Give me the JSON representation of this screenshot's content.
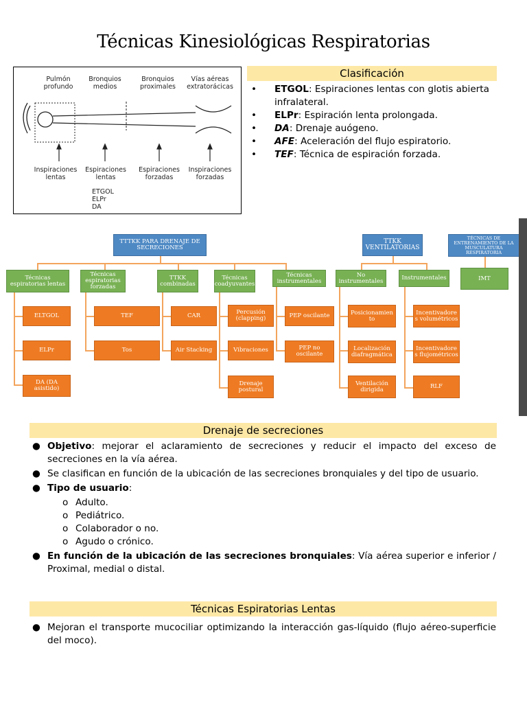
{
  "title": "Técnicas Kinesiológicas Respiratorias",
  "figure": {
    "top_labels": [
      "Pulmón profundo",
      "Bronquios medios",
      "Bronquios proximales",
      "Vías aéreas extratorácicas"
    ],
    "bottom_labels": [
      "Inspiraciones lentas",
      "Espiraciones lentas",
      "Espiraciones forzadas",
      "Inspiraciones forzadas"
    ],
    "sub_list": "ETGOL\nELPr\nDA"
  },
  "clasificacion": {
    "heading": "Clasificación",
    "items": [
      {
        "abbr": "ETGOL",
        "sep": ":",
        "text": " Espiraciones lentas con glotis abierta infralateral."
      },
      {
        "abbr": "ELPr",
        "sep": ":",
        "text": " Espiración lenta prolongada."
      },
      {
        "abbr": "DA",
        "sep": ":",
        "text": " Drenaje auógeno."
      },
      {
        "abbr": "AFE",
        "sep": ":",
        "text": " Aceleración del flujo espiratorio."
      },
      {
        "abbr": "TEF",
        "sep": ":",
        "text": " Técnica de espiración forzada."
      }
    ]
  },
  "chart": {
    "top_nodes": [
      "TTTKK PARA DRENAJE DE SECRECIONES",
      "TTKK VENTILATORIAS",
      "TÉCNICAS DE ENTRENAMIENTO DE LA MUSCULATURA RESPIRATORIA"
    ],
    "groups": [
      "Técnicas espiratorias lentas",
      "Técnicas espiratorias forzadas",
      "TTKK combinadas",
      "Técnicas coadyuvantes",
      "Técnicas instrumentales",
      "No instrumentales",
      "Instrumentales",
      "IMT"
    ],
    "leaves": {
      "lentas": [
        "ELTGOL",
        "ELPr",
        "DA (DA asistido)"
      ],
      "forzadas": [
        "TEF",
        "Tos"
      ],
      "combinadas": [
        "CAR",
        "Air Stacking"
      ],
      "coadyuvantes": [
        "Percusión (clapping)",
        "Vibraciones",
        "Drenaje postural"
      ],
      "instrumentales": [
        "PEP oscilante",
        "PEP no oscilante"
      ],
      "no_instrumentales": [
        "Posicionamiento",
        "Localización diafragmática",
        "Ventilación dirigida"
      ],
      "vent_instrumentales": [
        "Incentivadores volumétricos",
        "Incentivadores flujométricos",
        "RLF"
      ]
    },
    "leaf_text": {
      "posicionamiento_1": "Posicionamien",
      "posicionamiento_2": "to",
      "incentivadores_vol_1": "Incentivadore",
      "incentivadores_vol_2": "s volumétricos",
      "incentivadores_flu_1": "Incentivadore",
      "incentivadores_flu_2": "s flujométricos"
    }
  },
  "drenaje": {
    "heading": "Drenaje de secreciones",
    "objetivo_label": "Objetivo",
    "objetivo_text": ": mejorar el aclaramiento de secreciones y reducir el impacto del exceso de secreciones en la vía aérea.",
    "clasifican": "Se clasifican en función de la ubicación de las secreciones bronquiales y del tipo de usuario.",
    "tipo_label": "Tipo de usuario",
    "tipo_sep": ":",
    "tipos": [
      "Adulto.",
      "Pediátrico.",
      "Colaborador o no.",
      "Agudo o crónico."
    ],
    "ubicacion_label": "En función de la ubicación de las secreciones bronquiales",
    "ubicacion_text": ": Vía aérea superior e inferior / Proximal, medial o distal."
  },
  "lentas_section": {
    "heading": "Técnicas Espiratorias Lentas",
    "text": "Mejoran el transporte mucociliar optimizando la interacción gas-líquido (flujo aéreo-superficie del moco)."
  },
  "colors": {
    "band": "#fde8a6",
    "blue": "#4e89c4",
    "green": "#78b154",
    "orange": "#ee7b23"
  }
}
